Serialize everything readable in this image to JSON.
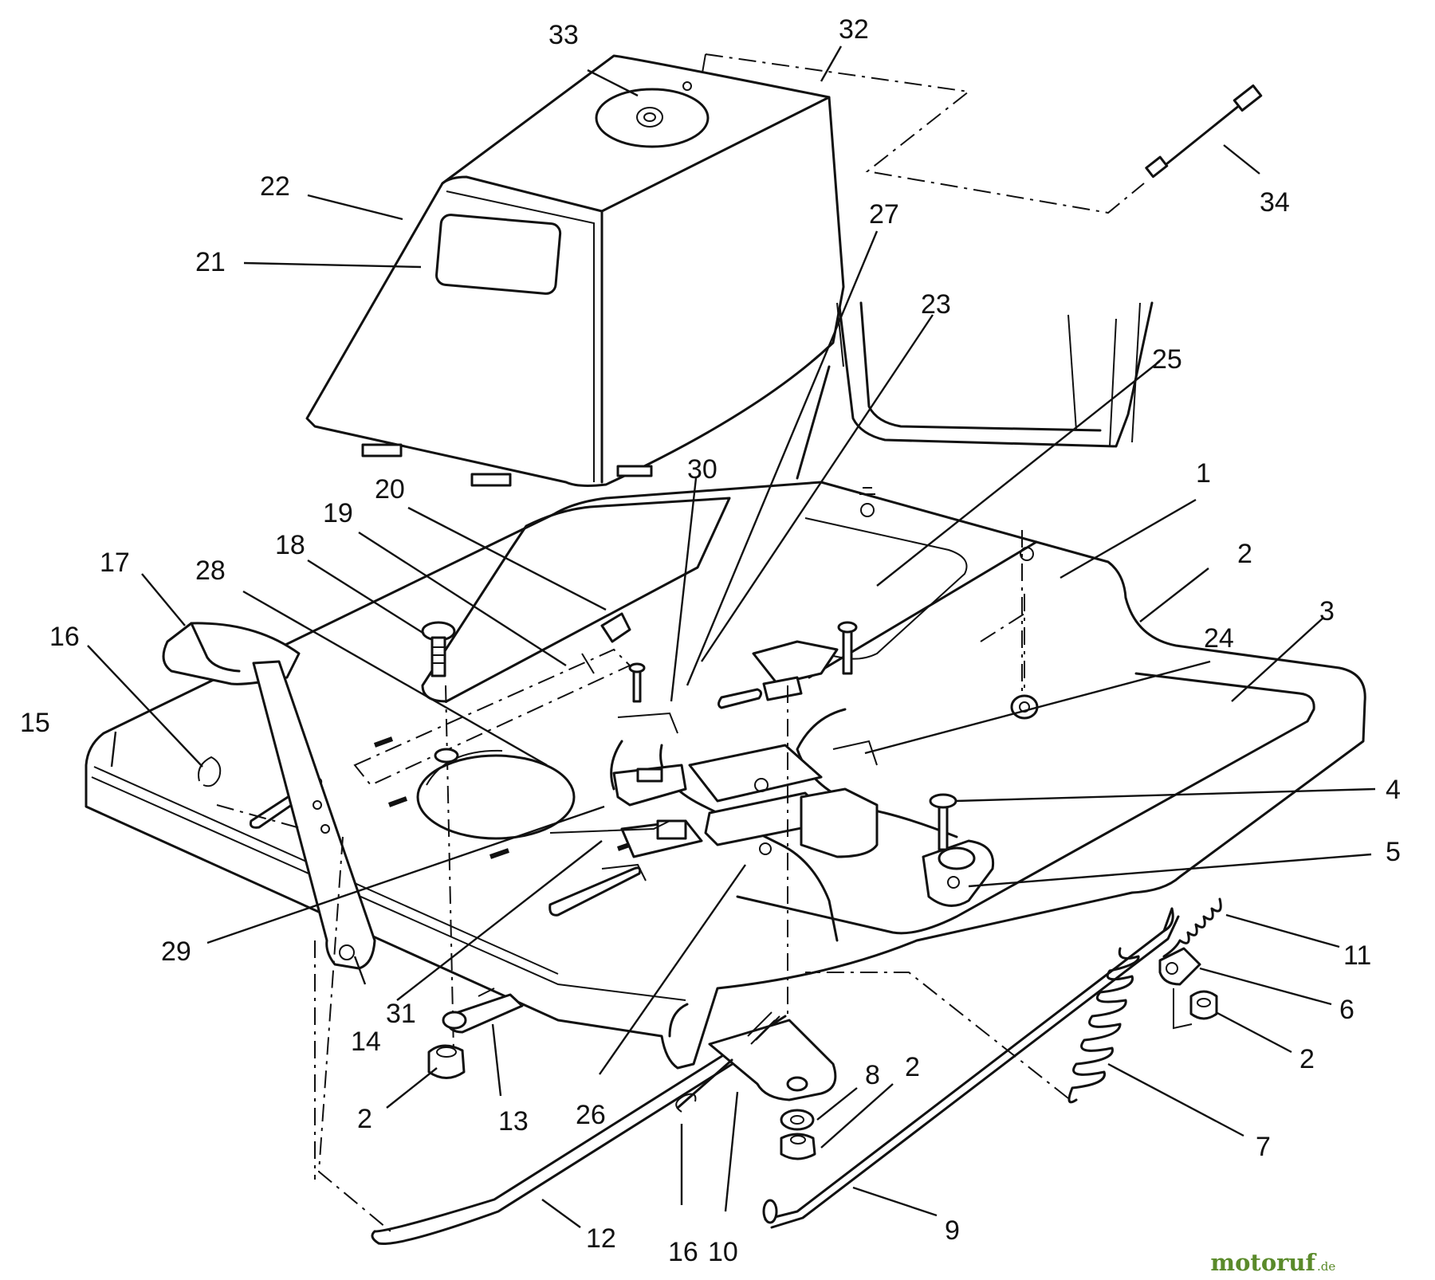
{
  "callouts": [
    {
      "id": "33",
      "text": "33"
    },
    {
      "id": "32",
      "text": "32"
    },
    {
      "id": "22",
      "text": "22"
    },
    {
      "id": "21",
      "text": "21"
    },
    {
      "id": "34",
      "text": "34"
    },
    {
      "id": "27",
      "text": "27"
    },
    {
      "id": "23",
      "text": "23"
    },
    {
      "id": "25",
      "text": "25"
    },
    {
      "id": "30",
      "text": "30"
    },
    {
      "id": "20",
      "text": "20"
    },
    {
      "id": "19",
      "text": "19"
    },
    {
      "id": "18",
      "text": "18"
    },
    {
      "id": "17",
      "text": "17"
    },
    {
      "id": "28",
      "text": "28"
    },
    {
      "id": "16a",
      "text": "16"
    },
    {
      "id": "15",
      "text": "15"
    },
    {
      "id": "1",
      "text": "1"
    },
    {
      "id": "2a",
      "text": "2"
    },
    {
      "id": "3",
      "text": "3"
    },
    {
      "id": "24",
      "text": "24"
    },
    {
      "id": "4",
      "text": "4"
    },
    {
      "id": "5",
      "text": "5"
    },
    {
      "id": "11",
      "text": "11"
    },
    {
      "id": "6",
      "text": "6"
    },
    {
      "id": "2b",
      "text": "2"
    },
    {
      "id": "29",
      "text": "29"
    },
    {
      "id": "31",
      "text": "31"
    },
    {
      "id": "14",
      "text": "14"
    },
    {
      "id": "2c",
      "text": "2"
    },
    {
      "id": "13",
      "text": "13"
    },
    {
      "id": "26",
      "text": "26"
    },
    {
      "id": "8",
      "text": "8"
    },
    {
      "id": "2d",
      "text": "2"
    },
    {
      "id": "7",
      "text": "7"
    },
    {
      "id": "12",
      "text": "12"
    },
    {
      "id": "16b",
      "text": "16"
    },
    {
      "id": "10",
      "text": "10"
    },
    {
      "id": "9",
      "text": "9"
    }
  ],
  "watermark": {
    "brand": "motoruf",
    "tld": ".de"
  }
}
